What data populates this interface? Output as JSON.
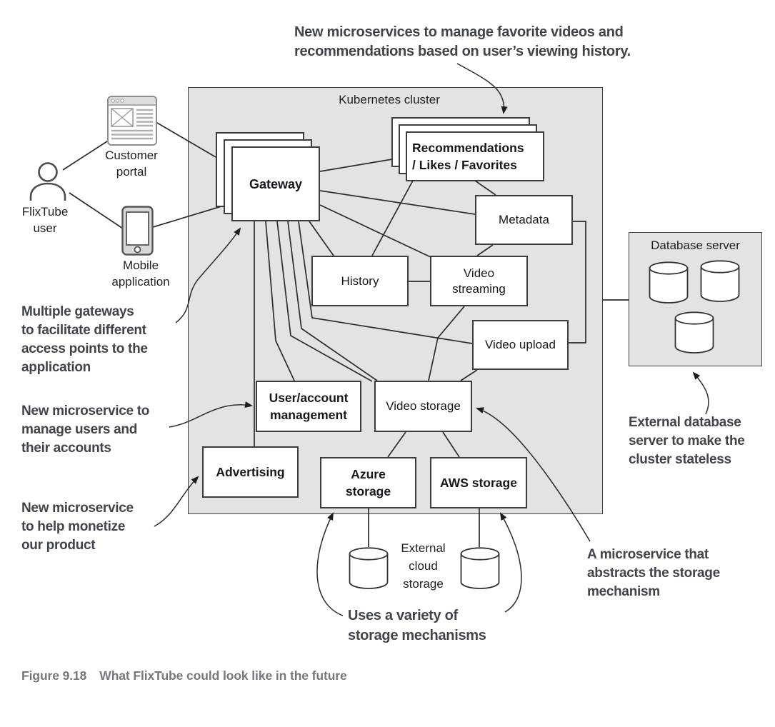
{
  "colors": {
    "cluster_fill": "#e3e3e4",
    "box_border": "#3c3c3c",
    "line": "#2c2c2c",
    "annotation_text": "#40444b",
    "caption_text": "#75787c"
  },
  "cluster": {
    "label": "Kubernetes cluster"
  },
  "database_server": {
    "label": "Database server"
  },
  "actors": {
    "user": "FlixTube\nuser",
    "portal": "Customer\nportal",
    "mobile": "Mobile\napplication"
  },
  "services": {
    "gateway": "Gateway",
    "recommendations": "Recommendations\n/ Likes / Favorites",
    "metadata": "Metadata",
    "history": "History",
    "video_streaming": "Video\nstreaming",
    "video_upload": "Video upload",
    "user_account": "User/account\nmanagement",
    "video_storage": "Video storage",
    "advertising": "Advertising",
    "azure_storage": "Azure\nstorage",
    "aws_storage": "AWS storage"
  },
  "storage": {
    "external_label": "External\ncloud\nstorage"
  },
  "annotations": {
    "recommendations": "New microservices to manage favorite videos and\nrecommendations based on user’s viewing history.",
    "gateways": "Multiple gateways\nto facilitate different\naccess points to the\napplication",
    "users": "New microservice to\nmanage users and\ntheir accounts",
    "monetize": "New microservice\nto help monetize\nour product",
    "database": "External database\nserver to make the\ncluster stateless",
    "storage_abstraction": "A microservice that\nabstracts the storage\nmechanism",
    "storage_variety": "Uses a variety of\nstorage mechanisms"
  },
  "caption": {
    "label": "Figure 9.18",
    "text": "What FlixTube could look like in the future"
  }
}
